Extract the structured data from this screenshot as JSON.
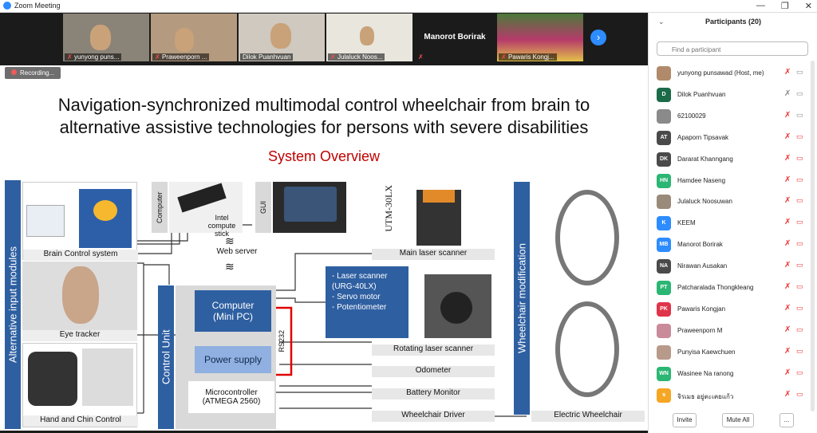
{
  "window": {
    "title": "Zoom Meeting"
  },
  "video_strip": {
    "tiles": [
      {
        "name": "yunyong puns..."
      },
      {
        "name": "Praweenporn ..."
      },
      {
        "name": "Dilok Puanhvuan"
      },
      {
        "name": "Julaluck Noos..."
      },
      {
        "name": "Manorot Borirak"
      },
      {
        "name": "Pawaris Kongj..."
      }
    ],
    "big_name": "Manorot Borirak"
  },
  "recording": {
    "label": "Recording..."
  },
  "slide": {
    "title_line1": "Navigation-synchronized multimodal control wheelchair from brain to",
    "title_line2": "alternative assistive technologies for persons with severe disabilities",
    "subtitle": "System Overview",
    "alt_modules": "Alternative input modules",
    "brain": "Brain Control system",
    "eye": "Eye tracker",
    "hand": "Hand and Chin Control",
    "computer_v": "Computer",
    "intel": "Intel compute stick",
    "gui": "GUI",
    "web": "Web server",
    "control_unit": "Control Unit",
    "mini_pc_1": "Computer",
    "mini_pc_2": "(Mini PC)",
    "power": "Power supply",
    "rs232": "RS232",
    "micro_1": "Microcontroller",
    "micro_2": "(ATMEGA 2560)",
    "utm": "UTM-30LX",
    "main_laser": "Main laser scanner",
    "laser_list": [
      "- Laser scanner",
      "(URG-40LX)",
      "- Servo motor",
      "- Potentiometer"
    ],
    "rot_laser": "Rotating laser scanner",
    "odometer": "Odometer",
    "battery": "Battery Monitor",
    "driver": "Wheelchair Driver",
    "wheel_mod": "Wheelchair modification",
    "electric": "Electric Wheelchair"
  },
  "participants": {
    "header": "Participants (20)",
    "search_placeholder": "Find a participant",
    "list": [
      {
        "initials": "",
        "name": "yunyong punsawad (Host, me)",
        "color": "#b08a6a"
      },
      {
        "initials": "D",
        "name": "Dilok Puanhvuan",
        "color": "#1c6b48"
      },
      {
        "initials": "",
        "name": "62100029",
        "color": "#8a8a8a"
      },
      {
        "initials": "AT",
        "name": "Apaporn Tipsavak",
        "color": "#4a4a4a"
      },
      {
        "initials": "DK",
        "name": "Dararat Khanngang",
        "color": "#4a4a4a"
      },
      {
        "initials": "HN",
        "name": "Hamdee Naseng",
        "color": "#2bb673"
      },
      {
        "initials": "",
        "name": "Julaluck Noosuwan",
        "color": "#9a8a7a"
      },
      {
        "initials": "K",
        "name": "KEEM",
        "color": "#2d8cff"
      },
      {
        "initials": "MB",
        "name": "Manorot Borirak",
        "color": "#2d8cff"
      },
      {
        "initials": "NA",
        "name": "Nirawan Ausakan",
        "color": "#4a4a4a"
      },
      {
        "initials": "PT",
        "name": "Patcharalada Thongkleang",
        "color": "#2bb673"
      },
      {
        "initials": "PK",
        "name": "Pawaris Kongjan",
        "color": "#e0344a"
      },
      {
        "initials": "",
        "name": "Praweenporn M",
        "color": "#c98a9a"
      },
      {
        "initials": "",
        "name": "Punyisa Kaewchuen",
        "color": "#b89a8a"
      },
      {
        "initials": "WN",
        "name": "Wasinee Na ranong",
        "color": "#2bb673"
      },
      {
        "initials": "จ",
        "name": "จิรเมธ อยู่ตะเคยแก้ว",
        "color": "#f5a623"
      }
    ],
    "invite": "Invite",
    "mute_all": "Mute All",
    "more": "..."
  }
}
